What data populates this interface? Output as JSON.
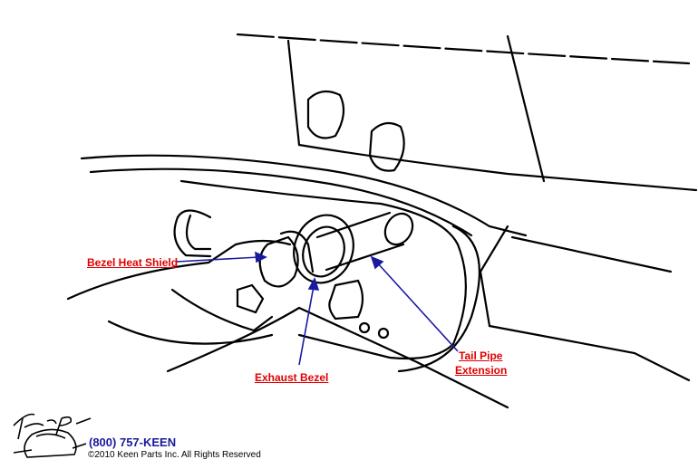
{
  "labels": {
    "bezel_heat_shield": "Bezel Heat Shield",
    "exhaust_bezel": "Exhaust Bezel",
    "tail_pipe_line1": "Tail Pipe",
    "tail_pipe_line2": "Extension"
  },
  "footer": {
    "logo_text": "Keen Parts",
    "phone": "(800) 757-KEEN",
    "copyright": "©2010 Keen Parts Inc. All Rights Reserved"
  },
  "colors": {
    "label": "#e00000",
    "arrow": "#1a1aa0",
    "line": "#000000"
  }
}
